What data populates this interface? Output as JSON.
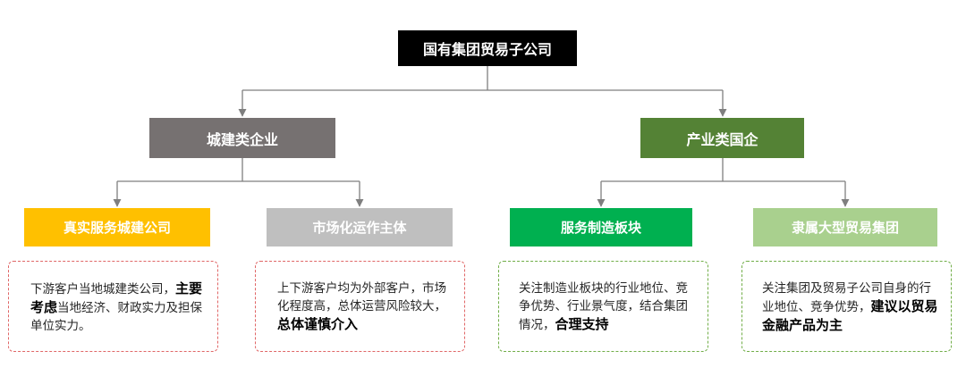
{
  "root": {
    "label": "国有集团贸易子公司"
  },
  "branches": {
    "left": {
      "label": "城建类企业"
    },
    "right": {
      "label": "产业类国企"
    }
  },
  "categories": [
    {
      "label": "真实服务城建公司"
    },
    {
      "label": "市场化运作主体"
    },
    {
      "label": "服务制造板块"
    },
    {
      "label": "隶属大型贸易集团"
    }
  ],
  "notes": [
    {
      "before": "下游客户当地城建类公司，",
      "emphasis": "主要考虑",
      "after": "当地经济、财政实力及担保单位实力。"
    },
    {
      "before": "上下游客户均为外部客户，市场化程度高，总体运营风险较大，",
      "emphasis": "总体谨慎介入",
      "after": ""
    },
    {
      "before": "关注制造业板块的行业地位、竞争优势、行业景气度，结合集团情况，",
      "emphasis": "合理支持",
      "after": ""
    },
    {
      "before": "关注集团及贸易子公司自身的行业地位、竞争优势，",
      "emphasis": "建议以贸易金融产品为主",
      "after": ""
    }
  ],
  "colors": {
    "root": "#000000",
    "branch_left": "#767171",
    "branch_right": "#548235",
    "cat_1": "#ffc000",
    "cat_2": "#bfbfbf",
    "cat_3": "#00b050",
    "cat_4": "#a9d08e",
    "note_border_left": "#e06666",
    "note_border_right": "#70ad47",
    "connector": "#7f7f7f"
  }
}
